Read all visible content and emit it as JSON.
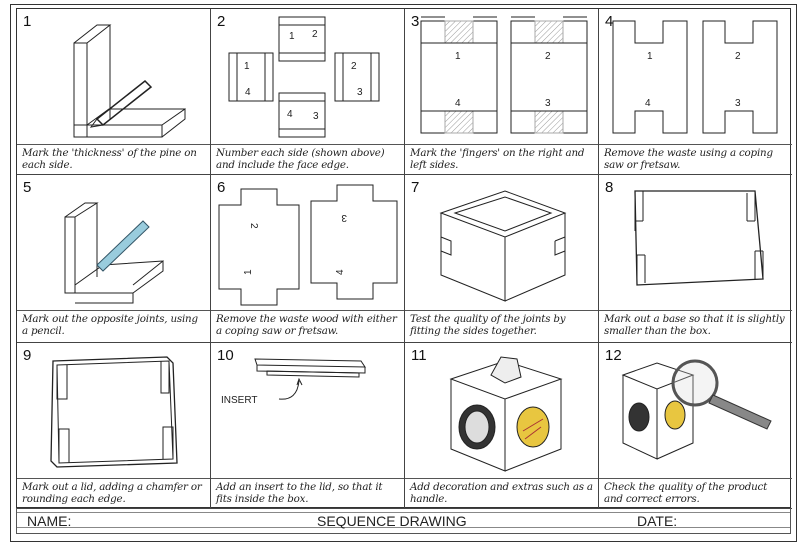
{
  "title": "SEQUENCE DRAWING",
  "footer": {
    "name_label": "NAME:",
    "title": "SEQUENCE DRAWING",
    "date_label": "DATE:"
  },
  "steps": [
    {
      "number": "1",
      "caption": "Mark the 'thickness' of the pine on each side."
    },
    {
      "number": "2",
      "caption": "Number each side (shown above) and include the face edge."
    },
    {
      "number": "3",
      "caption": "Mark the 'fingers' on the right and left sides."
    },
    {
      "number": "4",
      "caption": "Remove the waste using a coping saw or fretsaw."
    },
    {
      "number": "5",
      "caption": "Mark out the opposite joints, using a pencil."
    },
    {
      "number": "6",
      "caption": "Remove the waste wood with either a coping saw or fretsaw."
    },
    {
      "number": "7",
      "caption": "Test the quality of the joints by fitting the sides together."
    },
    {
      "number": "8",
      "caption": "Mark out a base so that it is slightly smaller than the box."
    },
    {
      "number": "9",
      "caption": "Mark out a lid, adding a chamfer or rounding each edge."
    },
    {
      "number": "10",
      "caption": "Add an insert to the lid, so that it fits inside the box."
    },
    {
      "number": "11",
      "caption": "Add decoration and extras such as a handle."
    },
    {
      "number": "12",
      "caption": "Check the quality of the product and correct errors."
    }
  ],
  "side_labels": [
    "1",
    "2",
    "3",
    "4"
  ],
  "insert_label": "INSERT"
}
